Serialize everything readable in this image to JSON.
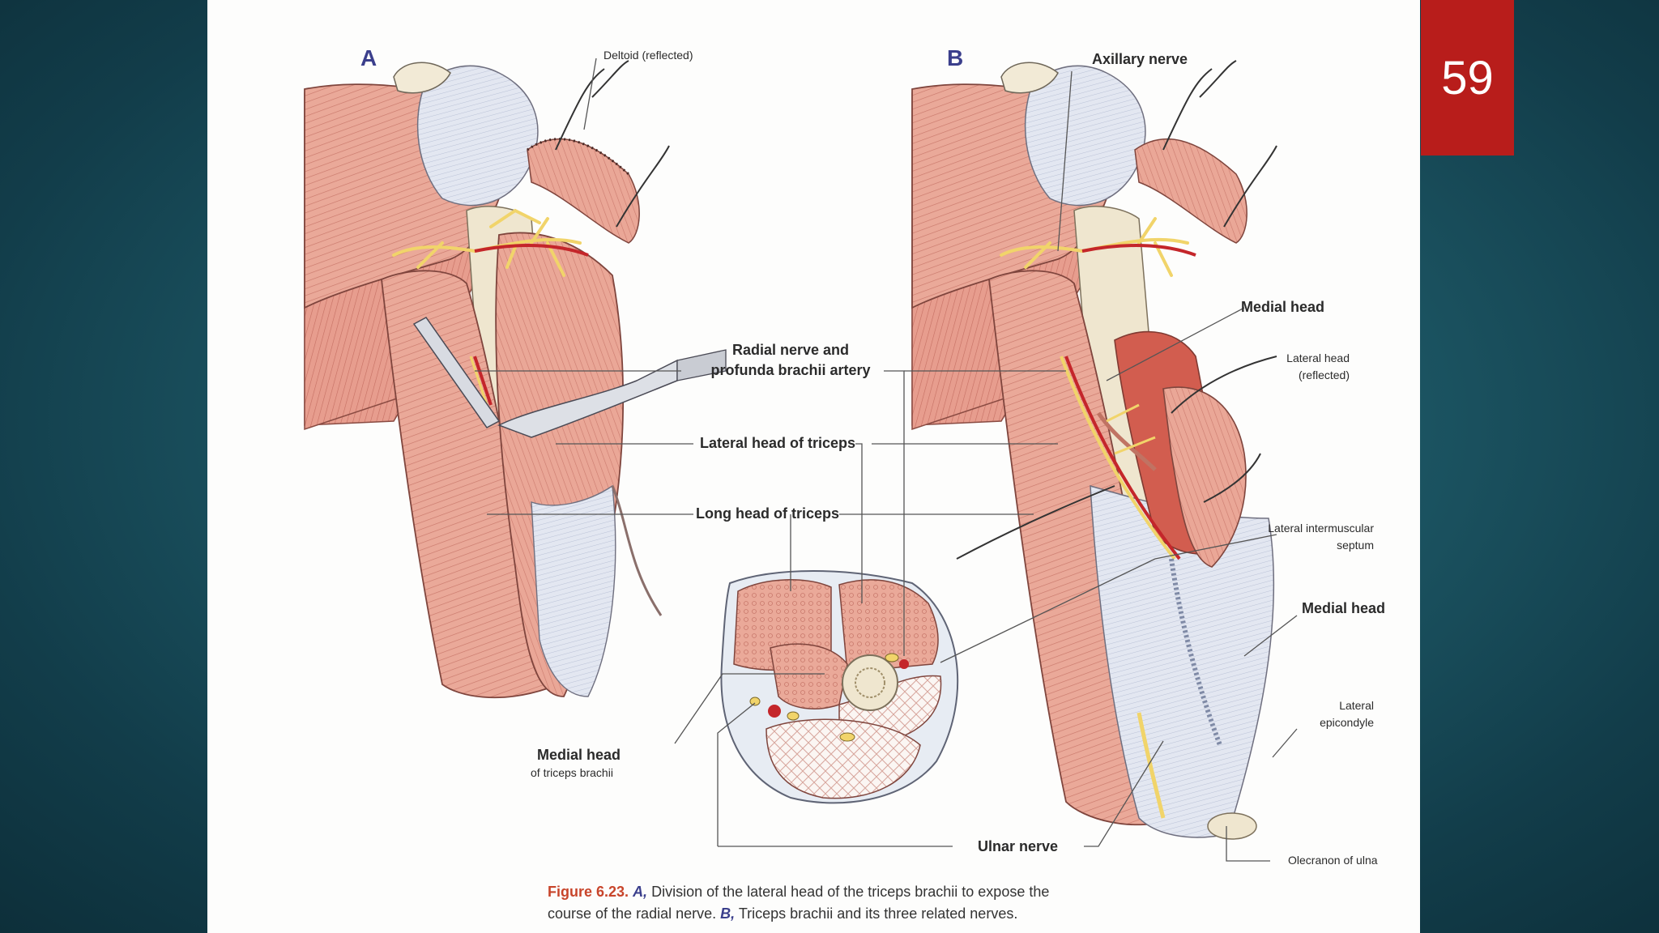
{
  "slide": {
    "number": "59"
  },
  "figure": {
    "panel_a": "A",
    "panel_b": "B",
    "labels": {
      "deltoid": "Deltoid (reflected)",
      "axillary_nerve": "Axillary nerve",
      "radial_line1": "Radial nerve and",
      "radial_line2": "profunda brachii artery",
      "lateral_head_triceps": "Lateral head of triceps",
      "long_head_triceps": "Long head of triceps",
      "medial_head_top": "Medial head",
      "lateral_head_reflected_1": "Lateral head",
      "lateral_head_reflected_2": "(reflected)",
      "lateral_intermuscular_1": "Lateral intermuscular",
      "lateral_intermuscular_2": "septum",
      "medial_head_right": "Medial head",
      "lateral_epicondyle_1": "Lateral",
      "lateral_epicondyle_2": "epicondyle",
      "medial_head_bottom": "Medial head",
      "of_triceps_brachii": "of triceps brachii",
      "ulnar_nerve": "Ulnar nerve",
      "olecranon": "Olecranon of ulna"
    },
    "caption": {
      "fig_label": "Figure 6.23.",
      "a_marker": "A,",
      "a_text": "Division of the lateral head of the triceps brachii to expose the",
      "a_text2": "course of the radial nerve.",
      "b_marker": "B,",
      "b_text": "Triceps brachii and its three related nerves."
    }
  },
  "colors": {
    "muscle": "#e8a598",
    "muscle_dark": "#d27d6f",
    "tendon": "#dfe4ef",
    "bone": "#efe6cf",
    "nerve": "#f1d46a",
    "artery": "#c4262a",
    "slide_number_bg": "#b81d1b"
  }
}
